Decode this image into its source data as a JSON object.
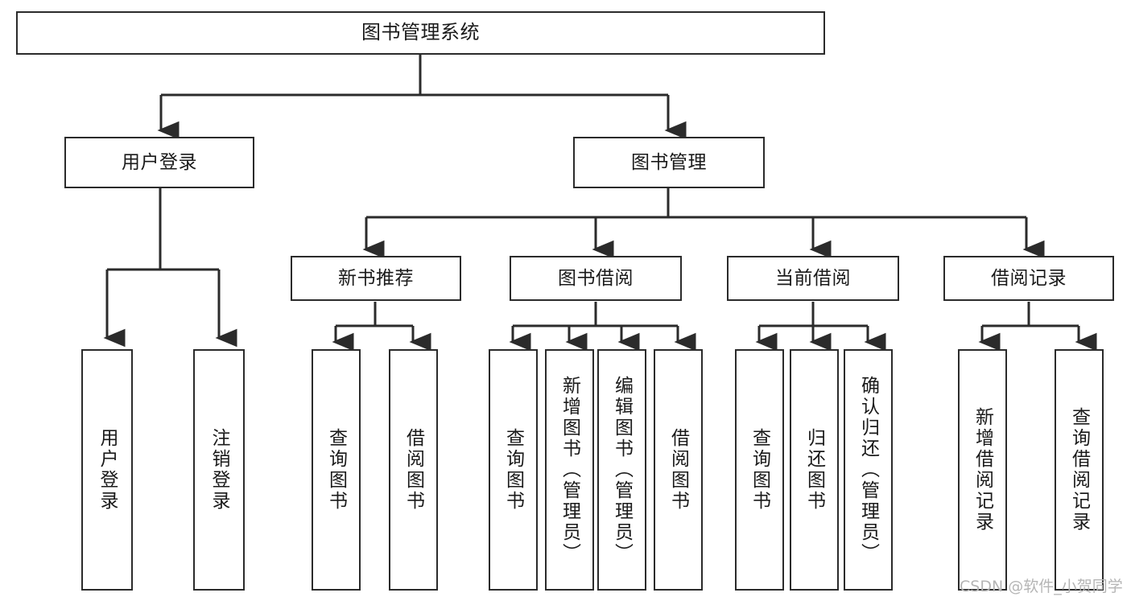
{
  "diagram": {
    "title": "图书管理系统",
    "type": "tree",
    "orientation": "top-down",
    "stroke_color": "#2b2b2b",
    "fill_color": "#ffffff",
    "text_color": "#1a1a1a"
  },
  "nodes": {
    "root": {
      "label": "图书管理系统",
      "level": 0
    },
    "level1": [
      {
        "id": "user-login",
        "label": "用户登录"
      },
      {
        "id": "book-manage",
        "label": "图书管理"
      }
    ],
    "level2": [
      {
        "id": "new-book-recommend",
        "label": "新书推荐",
        "parent": "book-manage"
      },
      {
        "id": "book-borrow",
        "label": "图书借阅",
        "parent": "book-manage"
      },
      {
        "id": "current-borrow",
        "label": "当前借阅",
        "parent": "book-manage"
      },
      {
        "id": "borrow-record",
        "label": "借阅记录",
        "parent": "book-manage"
      }
    ],
    "leaves": [
      {
        "id": "leaf-user-login",
        "label": "用户登录",
        "parent": "user-login"
      },
      {
        "id": "leaf-user-logout",
        "label": "注销登录",
        "parent": "user-login"
      },
      {
        "id": "leaf-query-book-1",
        "label": "查询图书",
        "parent": "new-book-recommend"
      },
      {
        "id": "leaf-borrow-book-1",
        "label": "借阅图书",
        "parent": "new-book-recommend"
      },
      {
        "id": "leaf-query-book-2",
        "label": "查询图书",
        "parent": "book-borrow"
      },
      {
        "id": "leaf-add-book",
        "label": "新增图书（管理员）",
        "parent": "book-borrow"
      },
      {
        "id": "leaf-edit-book",
        "label": "编辑图书（管理员）",
        "parent": "book-borrow"
      },
      {
        "id": "leaf-borrow-book-2",
        "label": "借阅图书",
        "parent": "book-borrow"
      },
      {
        "id": "leaf-query-book-3",
        "label": "查询图书",
        "parent": "current-borrow"
      },
      {
        "id": "leaf-return-book",
        "label": "归还图书",
        "parent": "current-borrow"
      },
      {
        "id": "leaf-confirm-return",
        "label": "确认归还（管理员）",
        "parent": "current-borrow"
      },
      {
        "id": "leaf-add-record",
        "label": "新增借阅记录",
        "parent": "borrow-record"
      },
      {
        "id": "leaf-query-record",
        "label": "查询借阅记录",
        "parent": "borrow-record"
      }
    ]
  },
  "watermark": {
    "text": "CSDN @软件_小贺同学"
  }
}
